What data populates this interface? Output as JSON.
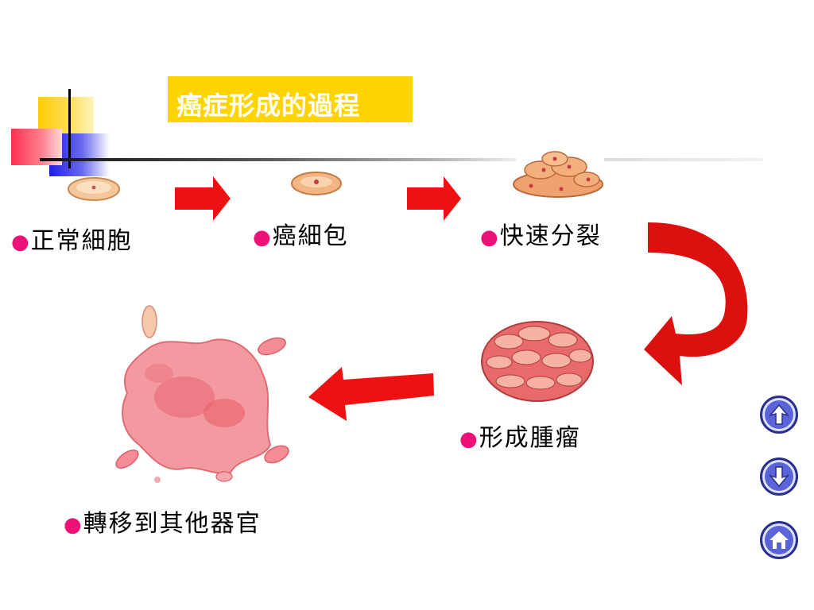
{
  "slide": {
    "title": "癌症形成的過程"
  },
  "steps": [
    {
      "label": "正常細胞"
    },
    {
      "label": "癌細包"
    },
    {
      "label": "快速分裂"
    },
    {
      "label": "形成腫瘤"
    },
    {
      "label": "轉移到其他器官"
    }
  ],
  "bullet_glyph": "●",
  "colors": {
    "title_bg": "#ffd400",
    "arrow": "#ee1111",
    "bullet": "#ee1177",
    "nav_button": "#5b63d8"
  },
  "nav": {
    "up_icon": "up-arrow-icon",
    "down_icon": "down-arrow-icon",
    "home_icon": "home-icon"
  }
}
